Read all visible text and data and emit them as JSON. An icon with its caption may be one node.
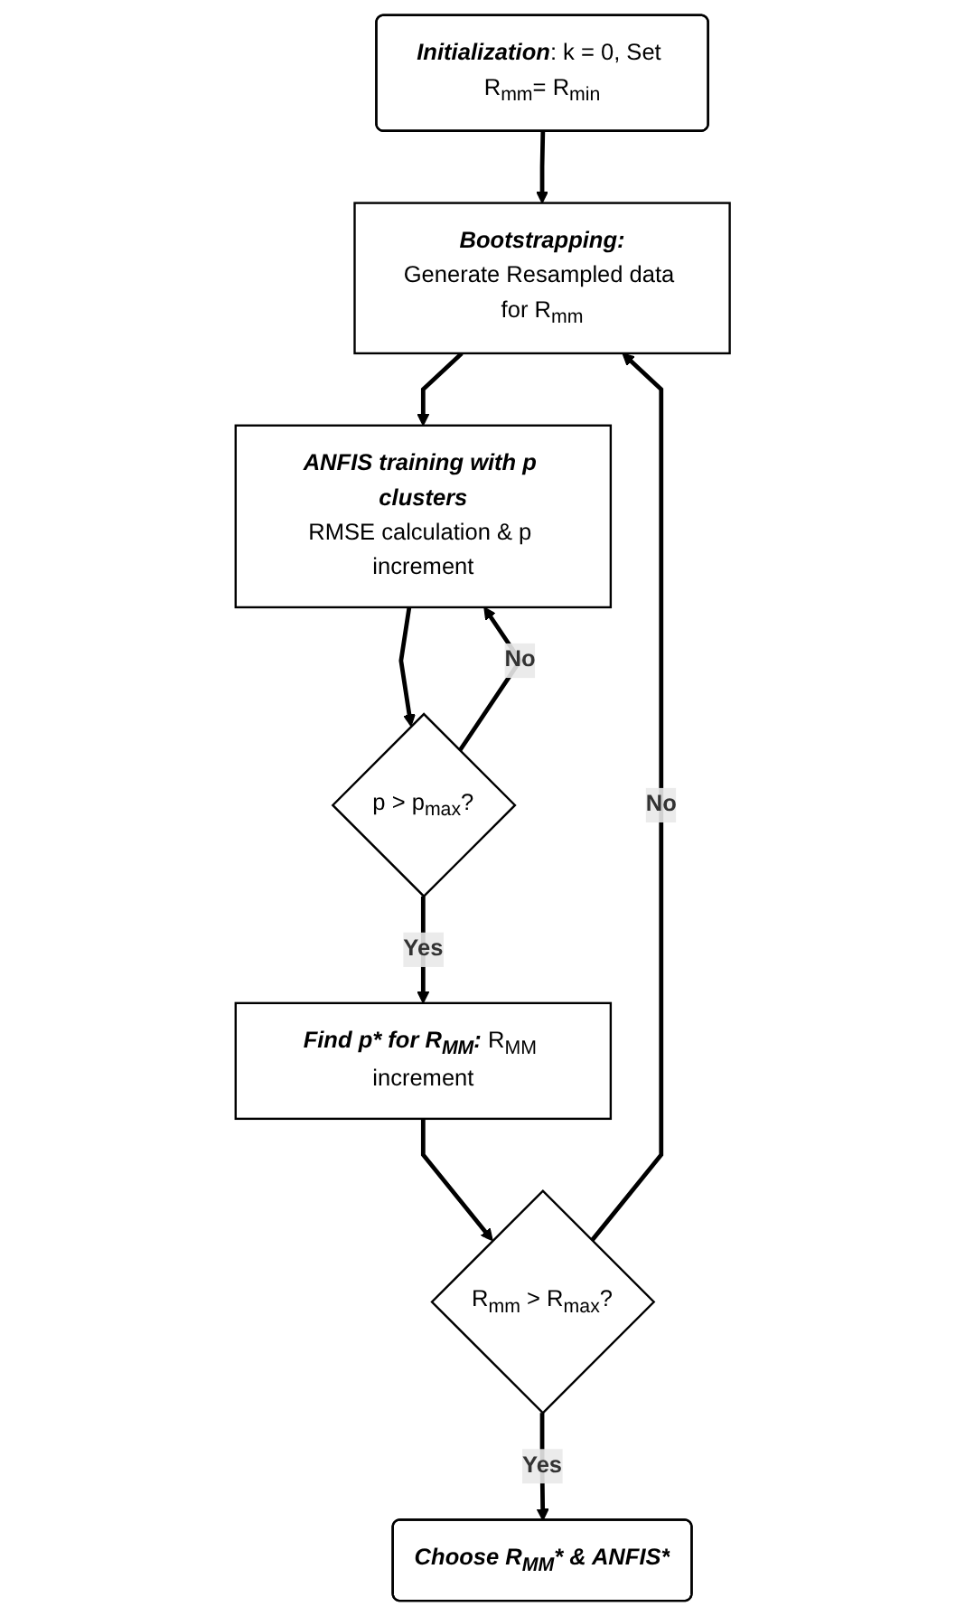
{
  "diagram": {
    "nodes": [
      {
        "text": [
          "**Initialization**: k = 0, Set R$_{mm}$= R$_{min}$"
        ]
      },
      {
        "text": [
          "**Bootstrapping:**",
          "Generate Resampled data for R$_{mm}$"
        ]
      },
      {
        "text": [
          "**ANFIS training with p clusters**",
          "RMSE calculation & p increment"
        ]
      },
      {
        "text": [
          "p > p$_{max}$?"
        ]
      },
      {
        "text": [
          "**Find p* for R$_{MM}$:** R$_{MM}$ increment"
        ]
      },
      {
        "text": [
          "R$_{mm}$ > R$_{max}$?"
        ]
      },
      {
        "text": [
          "**Choose R$_{MM}$* & ANFIS***"
        ]
      }
    ],
    "edges": [
      {
        "from": 0,
        "to": 1,
        "arrow": "to"
      },
      {
        "from": 1,
        "to": 2,
        "arrow": "to"
      },
      {
        "from": 2,
        "to": 3,
        "arrow": "to"
      },
      {
        "from": 3,
        "to": 2,
        "arrow": "to",
        "label": "No"
      },
      {
        "from": 3,
        "to": 4,
        "arrow": "to",
        "label": "Yes"
      },
      {
        "from": 4,
        "to": 5,
        "arrow": "to"
      },
      {
        "from": 5,
        "to": 1,
        "arrow": "to",
        "label": "No"
      },
      {
        "from": 5,
        "to": 6,
        "arrow": "to",
        "label": "Yes"
      }
    ]
  }
}
